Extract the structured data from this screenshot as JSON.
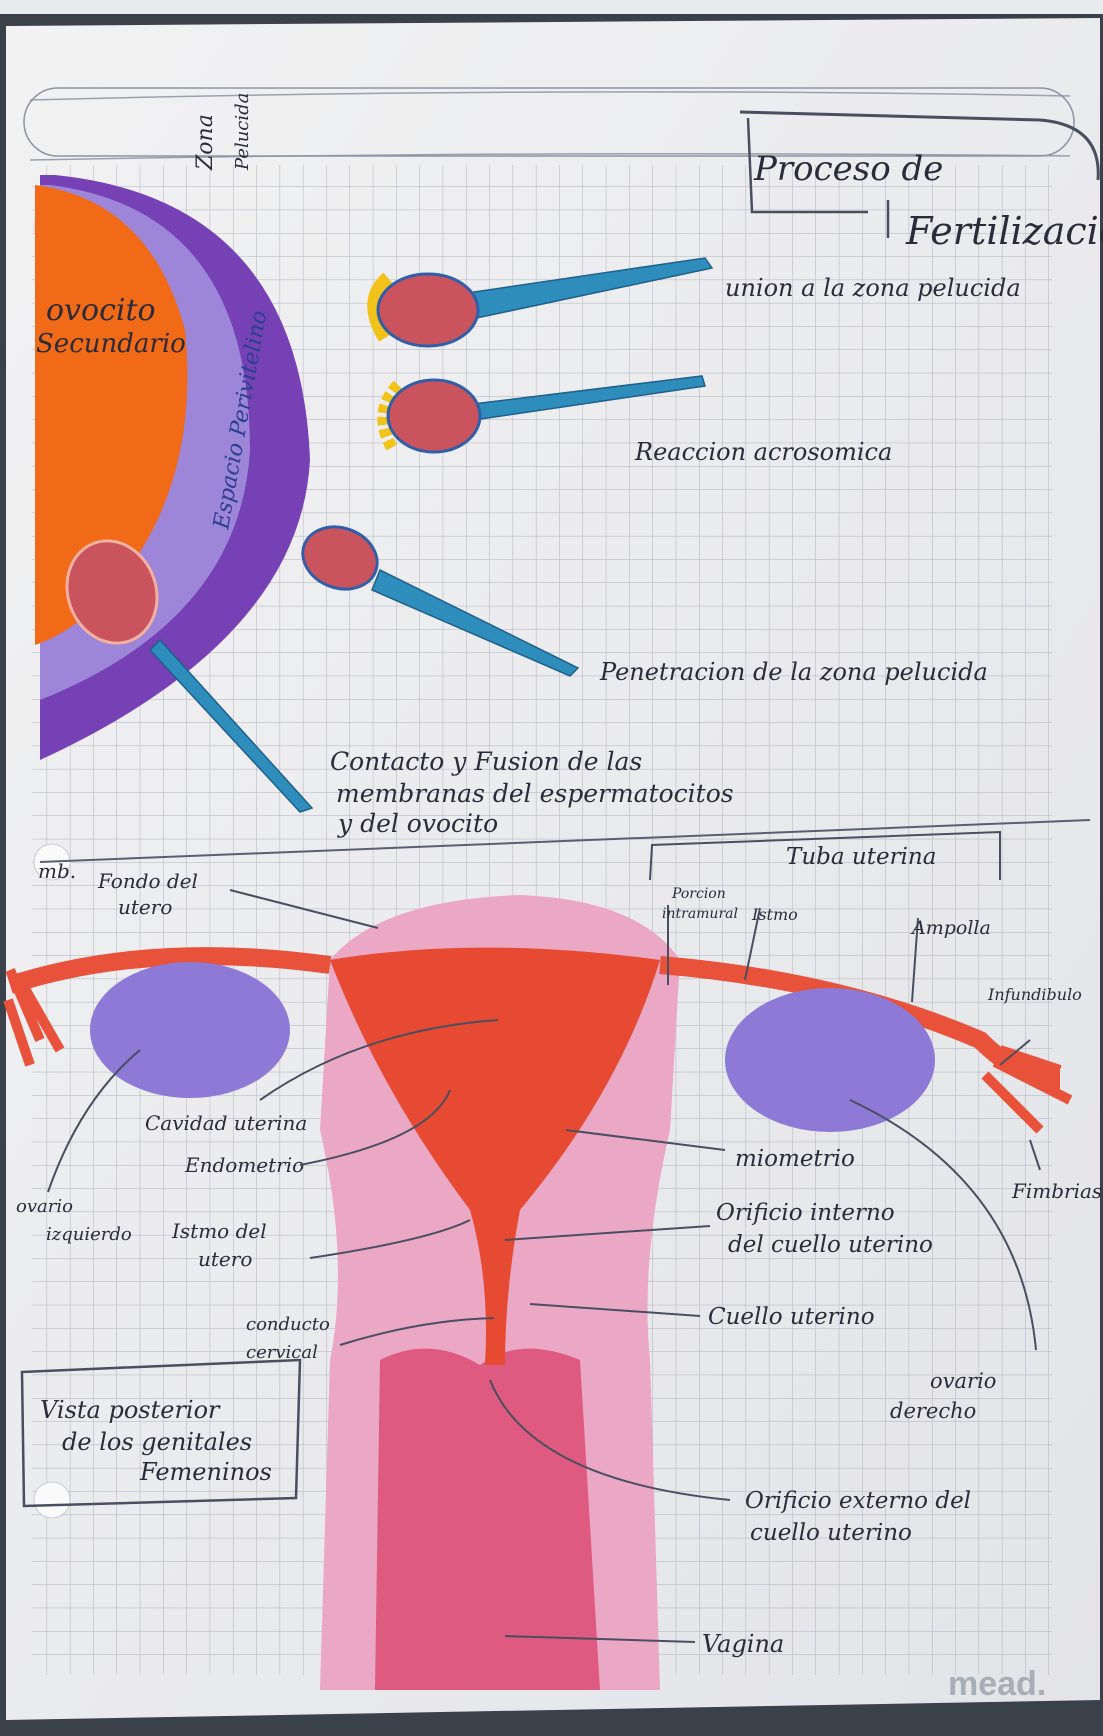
{
  "title": {
    "line1": "Proceso de",
    "line2": "Fertilizacion"
  },
  "brand": "mead.",
  "corner_mark": "mb.",
  "fertilization": {
    "oocyte_label_1": "ovocito",
    "oocyte_label_2": "Secundario",
    "zona_label_1": "Zona",
    "zona_label_2": "Pelucida",
    "perivitelline_label": "Espacio Perivitelino",
    "steps": [
      "union a la zona pelucida",
      "Reaccion acrosomica",
      "Penetracion de la zona pelucida"
    ],
    "fusion_text": [
      "Contacto y Fusion de las",
      "membranas del espermatocitos",
      "y del ovocito"
    ]
  },
  "anatomy": {
    "tuba_label": "Tuba uterina",
    "porcion_label_1": "Porcion",
    "porcion_label_2": "intramural",
    "istmo_tuba_label": "Istmo",
    "ampolla_label": "Ampolla",
    "infundibulo_label": "Infundibulo",
    "fondo_label_1": "Fondo del",
    "fondo_label_2": "utero",
    "cavidad_label": "Cavidad uterina",
    "endometrio_label": "Endometrio",
    "miometrio_label": "miometrio",
    "fimbrias_label": "Fimbrias",
    "ovario_izq_1": "ovario",
    "ovario_izq_2": "izquierdo",
    "istmo_utero_1": "Istmo del",
    "istmo_utero_2": "utero",
    "orificio_interno_1": "Orificio interno",
    "orificio_interno_2": "del cuello uterino",
    "cuello_label": "Cuello uterino",
    "conducto_1": "conducto",
    "conducto_2": "cervical",
    "ovario_der_1": "ovario",
    "ovario_der_2": "derecho",
    "orificio_externo_1": "Orificio externo del",
    "orificio_externo_2": "cuello uterino",
    "vagina_label": "Vagina",
    "view_box_1": "Vista posterior",
    "view_box_2": "de los genitales",
    "view_box_3": "Femeninos"
  },
  "colors": {
    "paper": "#efeff0",
    "grid": "#9aa0ad",
    "oocyte": "#f26a1b",
    "zona": "#7b3fb8",
    "perivitelline": "#8f6fd0",
    "sperm_head": "#c8545a",
    "sperm_tail": "#2e8ab8",
    "acrosome": "#f2c31b",
    "uterus_pink": "#eaa7c3",
    "endometrium": "#e8513a",
    "ovary": "#8c7ad6",
    "vagina": "#e0577d"
  }
}
